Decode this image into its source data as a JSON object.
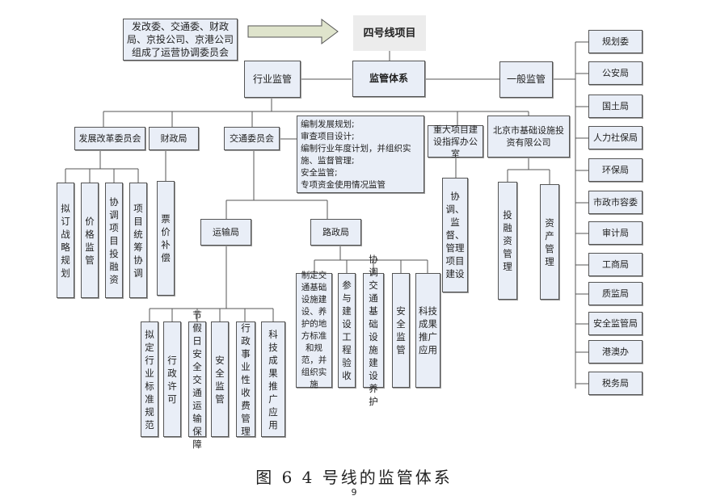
{
  "header": {
    "committee_note": "发改委、交通委、财政局、京投公司、京港公司组成了运营协调委员会",
    "project": "四号线项目",
    "system": "监管体系",
    "industry": "行业监管",
    "general": "一般监管"
  },
  "general_agencies": [
    "规划委",
    "公安局",
    "国土局",
    "人力社保局",
    "环保局",
    "市政市容委",
    "审计局",
    "工商局",
    "质监局",
    "安全监管局",
    "港澳办",
    "税务局"
  ],
  "industry_units": {
    "ndrc": {
      "label": "发展改革委员会",
      "children": [
        "拟订战略规划",
        "价格监管",
        "协调项目投融资",
        "项目统筹协调"
      ]
    },
    "finance": {
      "label": "财政局",
      "children": [
        "票价补偿"
      ]
    },
    "transport": {
      "label": "交通委员会",
      "duties": "编制发展规划;\n审查项目设计;\n编制行业年度计划，并组织实施、监督管理;\n安全监管;\n专项资金使用情况监管",
      "transport_bureau": {
        "label": "运输局",
        "children": [
          "拟定行业标准规范",
          "行政许可",
          "节假日安全交通运输保障",
          "安全监管",
          "行政事业性收费管理",
          "科技成果推广应用"
        ]
      },
      "road_bureau": {
        "label": "路政局",
        "children": [
          "制定交通基础设施建设、养护的地方标准和规范，并组织实施",
          "参与建设工程验收",
          "协调交通基础设施建设养护",
          "安全监管",
          "科技成果推广应用"
        ]
      }
    },
    "major_office": {
      "label": "重大项目建设指挥办公室",
      "children": [
        "协调、监督、管理项目建设"
      ]
    },
    "bii": {
      "label": "北京市基础设施投资有限公司",
      "children": [
        "投融资管理",
        "资产管理"
      ]
    }
  },
  "caption": "图 6 4 号线的监管体系",
  "page_number": "9"
}
